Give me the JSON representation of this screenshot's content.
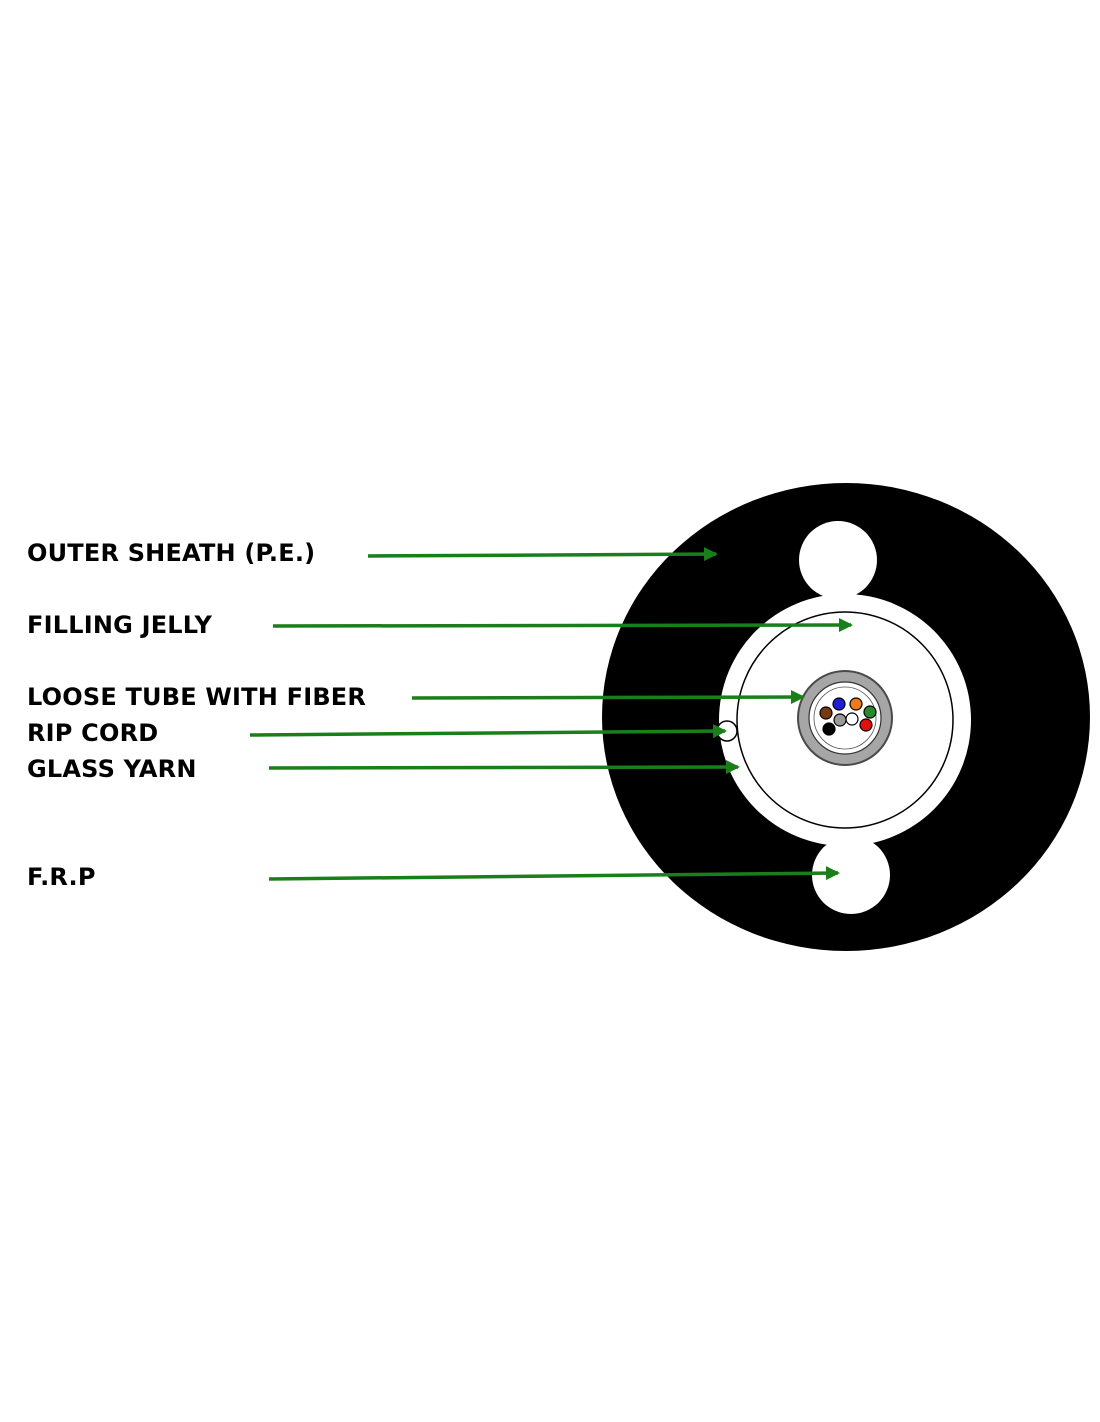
{
  "labels": {
    "outer_sheath": "OUTER SHEATH (P.E.)",
    "filling_jelly": "FILLING JELLY",
    "loose_tube": "LOOSE TUBE WITH FIBER",
    "rip_cord": "RIP CORD",
    "glass_yarn": "GLASS YARN",
    "frp": "F.R.P"
  },
  "colors": {
    "arrow": "#1a7f1a",
    "sheath": "#000000",
    "background": "#ffffff",
    "tube_ring": "#a6a6a6",
    "fibers": [
      "#1f1fd6",
      "#f07a1a",
      "#2a8a2a",
      "#e01010",
      "#ffffff",
      "#000000",
      "#7a3a10",
      "#9a9a9a"
    ]
  }
}
